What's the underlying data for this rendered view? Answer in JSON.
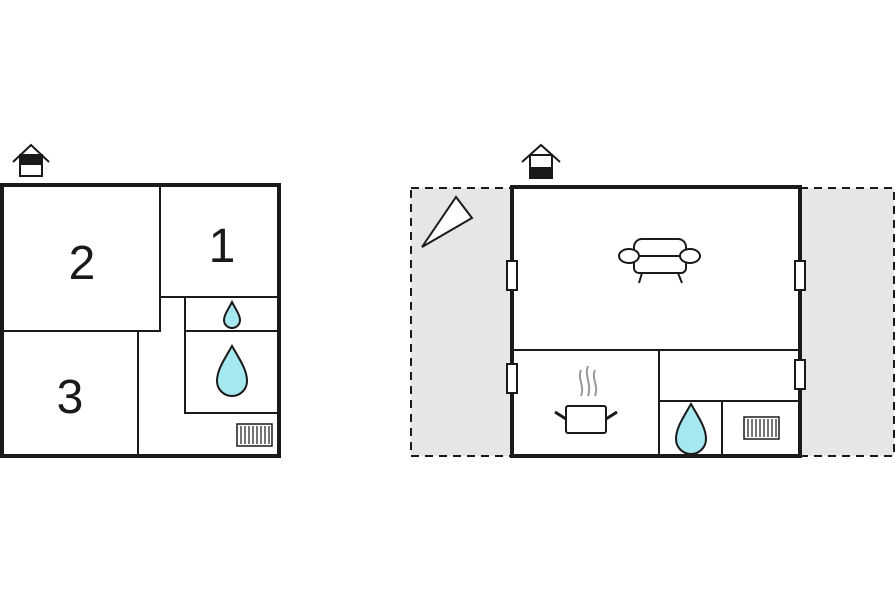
{
  "floor_1": {
    "rooms": [
      {
        "label": "2"
      },
      {
        "label": "1"
      },
      {
        "label": "3"
      }
    ]
  },
  "colors": {
    "water": "#a6e8ef",
    "terrace": "#e6e6e6",
    "wall": "#1a1a1a"
  },
  "icons": [
    "entrance-icon",
    "water-drop-icon",
    "radiator-icon",
    "sofa-icon",
    "cooking-pot-icon",
    "window-icon",
    "compass-triangle-icon"
  ]
}
